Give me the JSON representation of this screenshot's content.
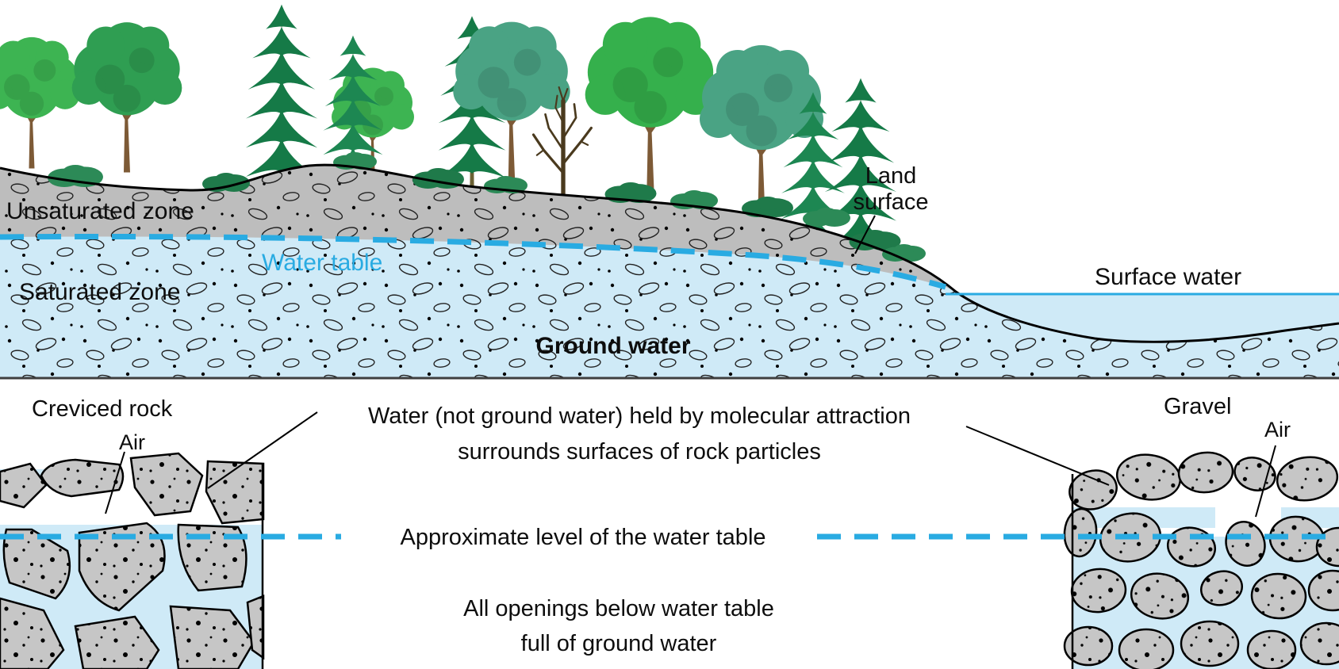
{
  "diagram": {
    "type": "groundwater-cross-section",
    "labels": {
      "unsaturated_zone": "Unsaturated zone",
      "water_table": "Water table",
      "saturated_zone": "Saturated zone",
      "ground_water": "Ground water",
      "land_surface": "Land surface",
      "surface_water": "Surface water",
      "creviced_rock": "Creviced rock",
      "air_left": "Air",
      "air_right": "Air",
      "gravel": "Gravel",
      "molecular_line1": "Water (not ground water) held by molecular attraction",
      "molecular_line2": "surrounds surfaces of rock particles",
      "approx_level": "Approximate level of the water table",
      "openings_line1": "All openings below water table",
      "openings_line2": "full of ground water"
    },
    "colors": {
      "water_fill": "#cfeaf7",
      "water_table_dash": "#29abe2",
      "surface_water_line": "#29abe2",
      "water_table_label_text": "#29abe2",
      "unsaturated_ground_gray": "#bdbdbd",
      "rock_gray": "#c6c6c6",
      "outline_black": "#000000",
      "tree_green_bright": "#35b04c",
      "tree_green_teal": "#4aa384",
      "fir_green_dark": "#157a47",
      "dead_tree_brown": "#4a3a1e",
      "trunk_brown": "#7d5a36"
    }
  }
}
